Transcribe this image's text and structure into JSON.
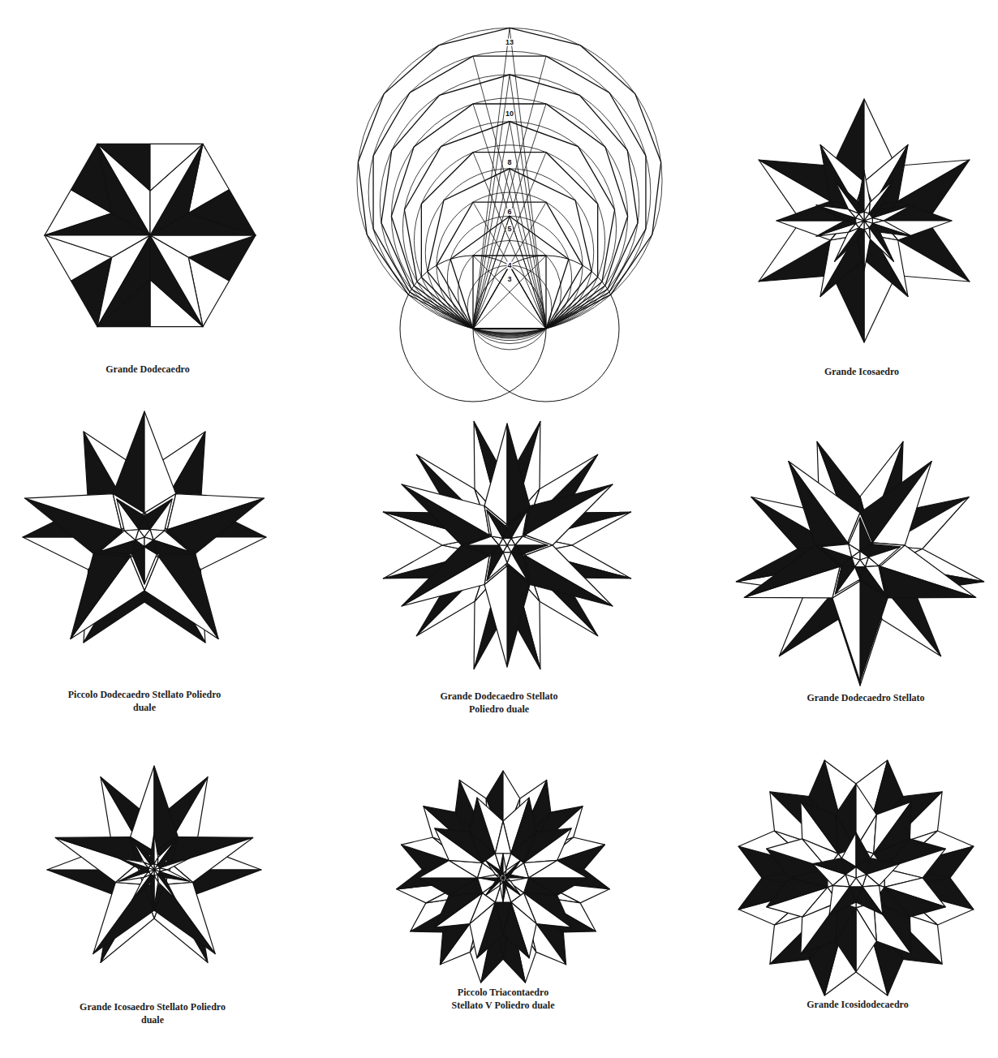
{
  "diagram": {
    "labels": [
      "13",
      "10",
      "8",
      "6",
      "5",
      "4",
      "3",
      "Grande Dodecaedro",
      "Grande Icosaedro",
      "Piccolo Dodecaedro Stellato Poliedro duale",
      "Grande Dodecaedro Stellato Poliedro duale",
      "Grande Dodecaedro Stellato",
      "Grande Icosaedro Stellato Poliedro duale",
      "Piccolo Triacontaedro Stellato V Poliedro duale",
      "Grande Icosidodecaedro"
    ]
  }
}
